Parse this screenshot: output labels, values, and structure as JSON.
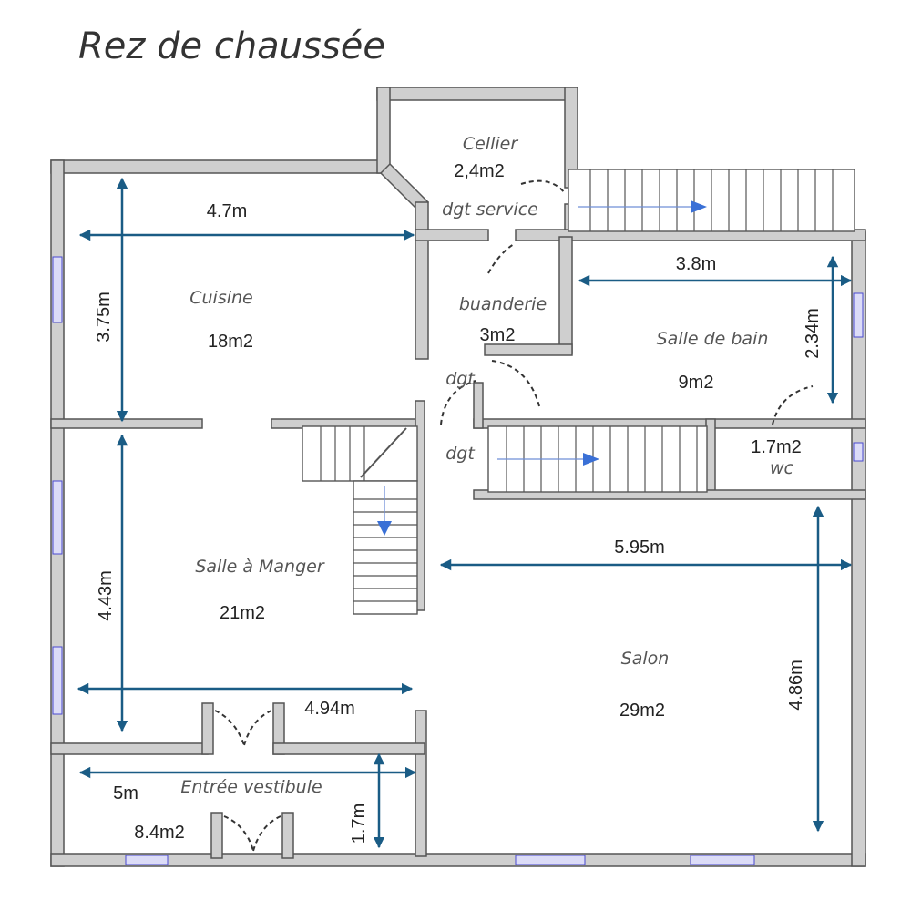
{
  "title": "Rez de chaussée",
  "rooms": {
    "cellier": {
      "name": "Cellier",
      "area": "2,4m2"
    },
    "dgt_service": {
      "name": "dgt service"
    },
    "cuisine": {
      "name": "Cuisine",
      "area": "18m2"
    },
    "buanderie": {
      "name": "buanderie",
      "area": "3m2"
    },
    "salle_de_bain": {
      "name": "Salle de bain",
      "area": "9m2"
    },
    "dgt_upper": {
      "name": "dgt"
    },
    "dgt_lower": {
      "name": "dgt"
    },
    "wc": {
      "name": "wc",
      "area": "1.7m2"
    },
    "salle_a_manger": {
      "name": "Salle à Manger",
      "area": "21m2"
    },
    "salon": {
      "name": "Salon",
      "area": "29m2"
    },
    "entree": {
      "name": "Entrée vestibule",
      "area": "8.4m2"
    }
  },
  "dimensions": {
    "cuisine_width": "4.7m",
    "cuisine_depth": "3.75m",
    "sdb_width": "3.8m",
    "sdb_depth": "2.34m",
    "salon_width": "5.95m",
    "salon_depth": "4.86m",
    "sam_depth": "4.43m",
    "sam_width": "4.94m",
    "entree_width": "5m",
    "entree_depth": "1.7m"
  },
  "colors": {
    "wall_fill": "#cfcfcf",
    "wall_stroke": "#555555",
    "dimension_arrow": "#1a5c85",
    "stair_arrow": "#3a70d6",
    "window": "#4a4ad0"
  }
}
